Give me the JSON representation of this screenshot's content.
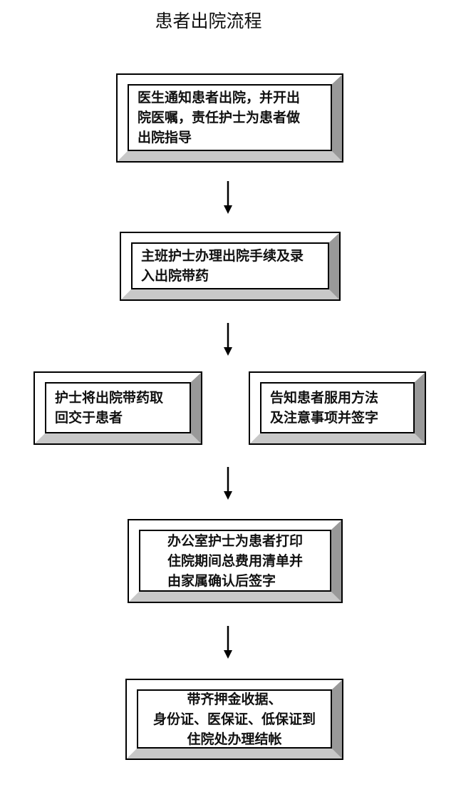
{
  "title": "患者出院流程",
  "steps": [
    "医生通知患者出院，并开出\n院医嘱，责任护士为患者做\n出院指导",
    "主班护士办理出院手续及录\n入出院带药",
    "护士将出院带药取\n回交于患者",
    "告知患者服用方法\n及注意事项并签字",
    "办公室护士为患者打印\n住院期间总费用清单并\n由家属确认后签字",
    "带齐押金收据、\n身份证、医保证、低保证到\n住院处办理结帐"
  ]
}
